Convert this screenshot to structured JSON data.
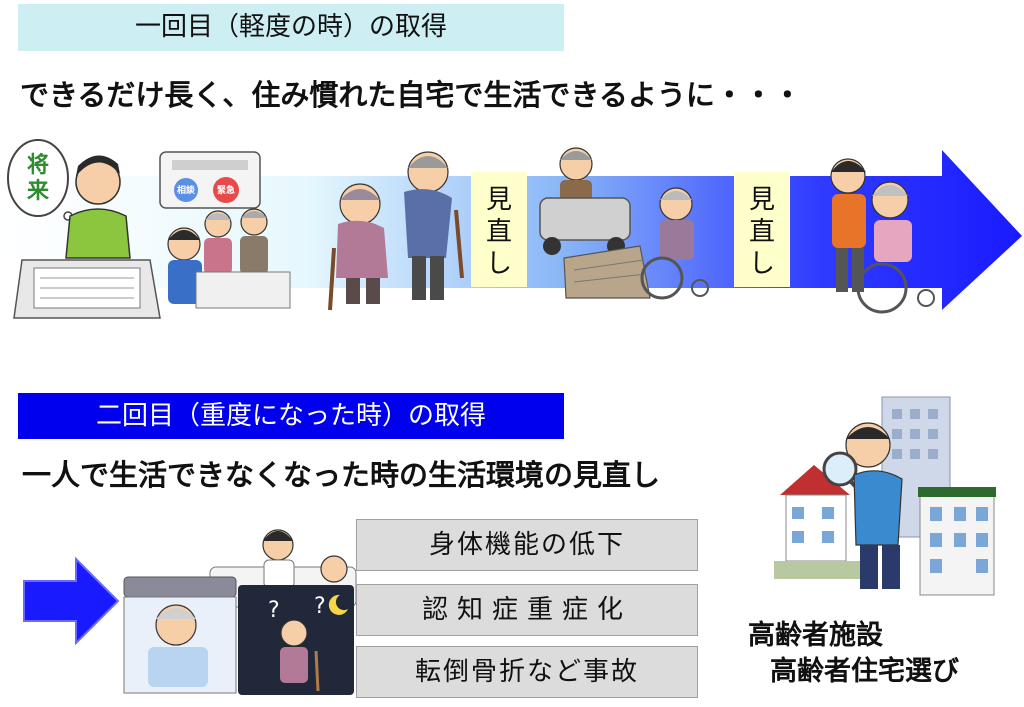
{
  "section1": {
    "heading": "一回目（軽度の時）の取得",
    "lead": "できるだけ長く、住み慣れた自宅で生活できるように・・・",
    "review_label_1": "見直し",
    "review_label_2": "見直し",
    "bubble_text": "将来",
    "phone_buttons": [
      "相談",
      "緊急"
    ]
  },
  "section2": {
    "heading": "二回目（重度になった時）の取得",
    "lead": "一人で生活できなくなった時の生活環境の見直し",
    "factors": [
      "身体機能の低下",
      "認知症重症化",
      "転倒骨折など事故"
    ]
  },
  "conclusion": {
    "line1": "高齢者施設",
    "line2": "高齢者住宅選び"
  },
  "colors": {
    "heading1_bg": "#cdeff4",
    "heading2_bg": "#0000ee",
    "arrow_blue": "#1a1aff",
    "review_bg": "#ffffcc",
    "factor_bg": "#dcdcdc"
  }
}
